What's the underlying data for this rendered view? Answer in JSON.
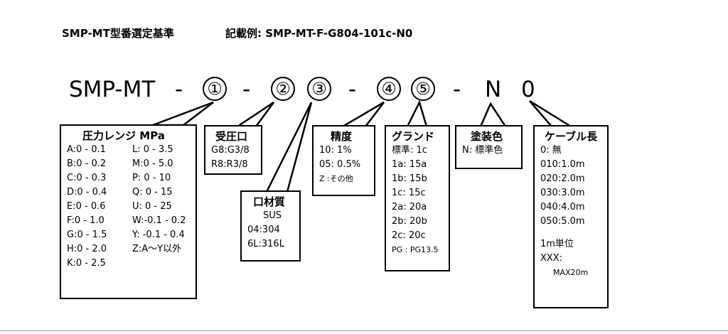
{
  "title": "SMP-MT型番選定基準",
  "example": "記載例: SMP-MT-F-G804-101c-N0",
  "code": {
    "prefix": "SMP-MT",
    "dash": "-",
    "c1": "①",
    "c2": "②",
    "c3": "③",
    "c4": "④",
    "c5": "⑤",
    "n": "N",
    "zero": "0"
  },
  "pressure": {
    "title": "圧力レンジ MPa",
    "rows": [
      [
        "A:0 - 0.1",
        "L: 0 - 3.5"
      ],
      [
        "B:0 - 0.2",
        "M:0 - 5.0"
      ],
      [
        "C:0 - 0.3",
        "P: 0 - 10"
      ],
      [
        "D:0 - 0.4",
        "Q: 0 - 15"
      ],
      [
        "E:0 - 0.6",
        "U: 0 - 25"
      ],
      [
        "F:0 - 1.0",
        "W:-0.1 - 0.2"
      ],
      [
        "G:0 - 1.5",
        "Y: -0.1 - 0.4"
      ],
      [
        "H:0 - 2.0",
        "Z:A～Y以外"
      ],
      [
        "K:0 - 2.5",
        ""
      ]
    ]
  },
  "port": {
    "title": "受圧口",
    "rows": [
      "G8:G3/8",
      "R8:R3/8"
    ]
  },
  "material": {
    "title": "口材質",
    "subtitle": "SUS",
    "rows": [
      "04:304",
      "6L:316L"
    ]
  },
  "accuracy": {
    "title": "精度",
    "rows": [
      "10:  1%",
      "05:  0.5%",
      "Z  :その他"
    ]
  },
  "gland": {
    "title": "グランド",
    "rows": [
      "標準: 1c",
      "1a: 15a",
      "1b: 15b",
      "1c: 15c",
      "2a: 20a",
      "2b: 20b",
      "2c: 20c",
      "PG : PG13.5"
    ]
  },
  "paint": {
    "title": "塗装色",
    "rows": [
      "N: 標準色"
    ]
  },
  "cable": {
    "title": "ケーブル長",
    "rows": [
      "0:   無",
      "010:1.0m",
      "020:2.0m",
      "030:3.0m",
      "040:4.0m",
      "050:5.0m"
    ],
    "unit": "1m単位",
    "xxx": "XXX:",
    "max": "MAX20m"
  }
}
